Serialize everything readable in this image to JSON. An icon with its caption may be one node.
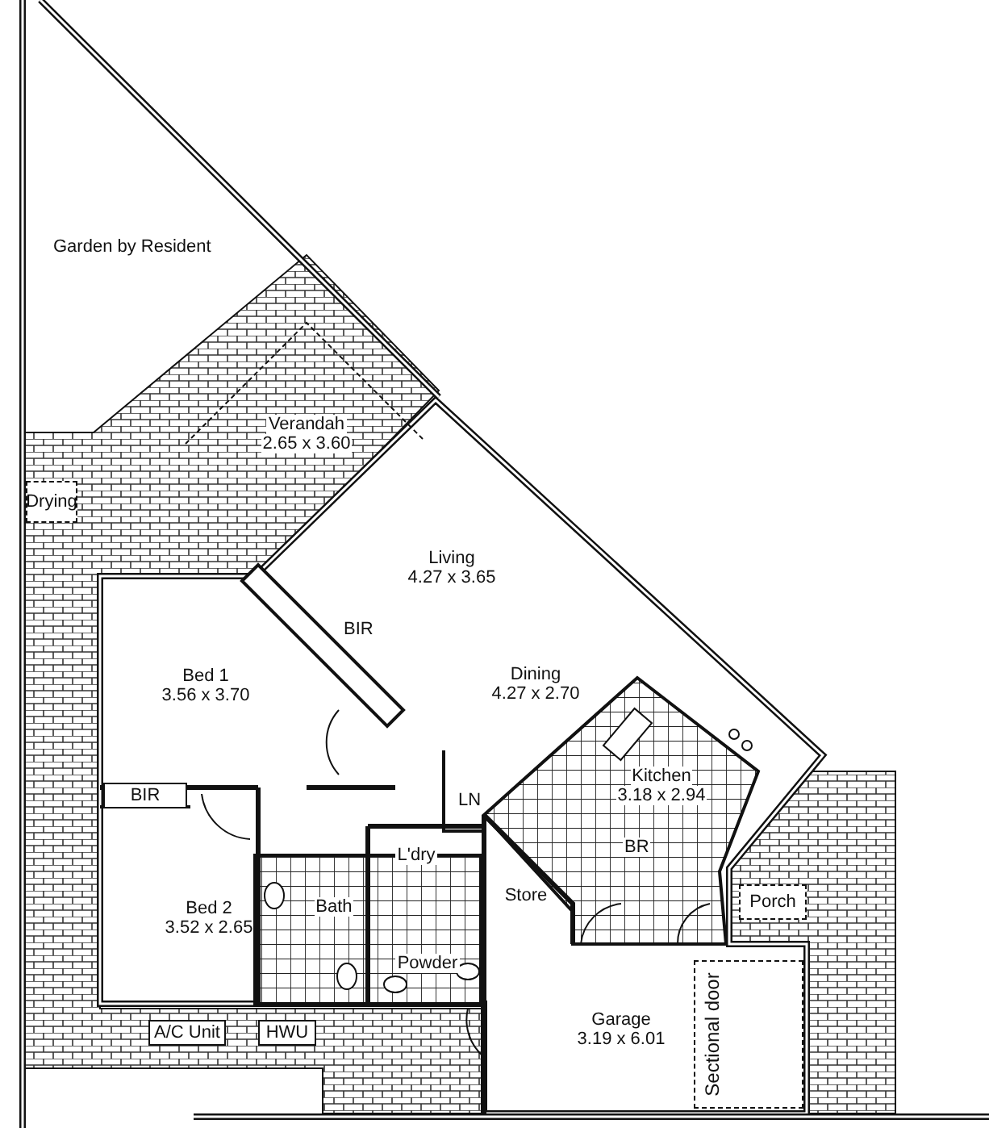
{
  "diagram": {
    "nodes": [
      {
        "text": [
          "Verandah",
          "2.65 x 3.60"
        ]
      },
      {
        "text": [
          "Drying"
        ]
      },
      {
        "text": [
          "Living",
          "4.27 x 3.65"
        ]
      },
      {
        "text": [
          "Bed 1",
          "3.56 x 3.70"
        ]
      },
      {
        "text": [
          "Dining",
          "4.27 x 2.70"
        ]
      },
      {
        "text": [
          "Kitchen",
          "3.18 x 2.94"
        ]
      },
      {
        "text": [
          "BIR"
        ]
      },
      {
        "text": [
          "Bed 2",
          "3.52 x 2.65"
        ]
      },
      {
        "text": [
          "Bath"
        ]
      },
      {
        "text": [
          "L'dry"
        ]
      },
      {
        "text": [
          "Store"
        ]
      },
      {
        "text": [
          "Porch"
        ]
      },
      {
        "text": [
          "Powder"
        ]
      },
      {
        "text": [
          "Garage",
          "3.19 x 6.01"
        ]
      },
      {
        "text": [
          "Sectional door"
        ]
      },
      {
        "text": [
          "A/C Unit"
        ]
      },
      {
        "text": [
          "HWU"
        ]
      }
    ],
    "edges": [],
    "labels": [
      "Garden by Resident",
      "BIR",
      "LN",
      "BR"
    ]
  }
}
